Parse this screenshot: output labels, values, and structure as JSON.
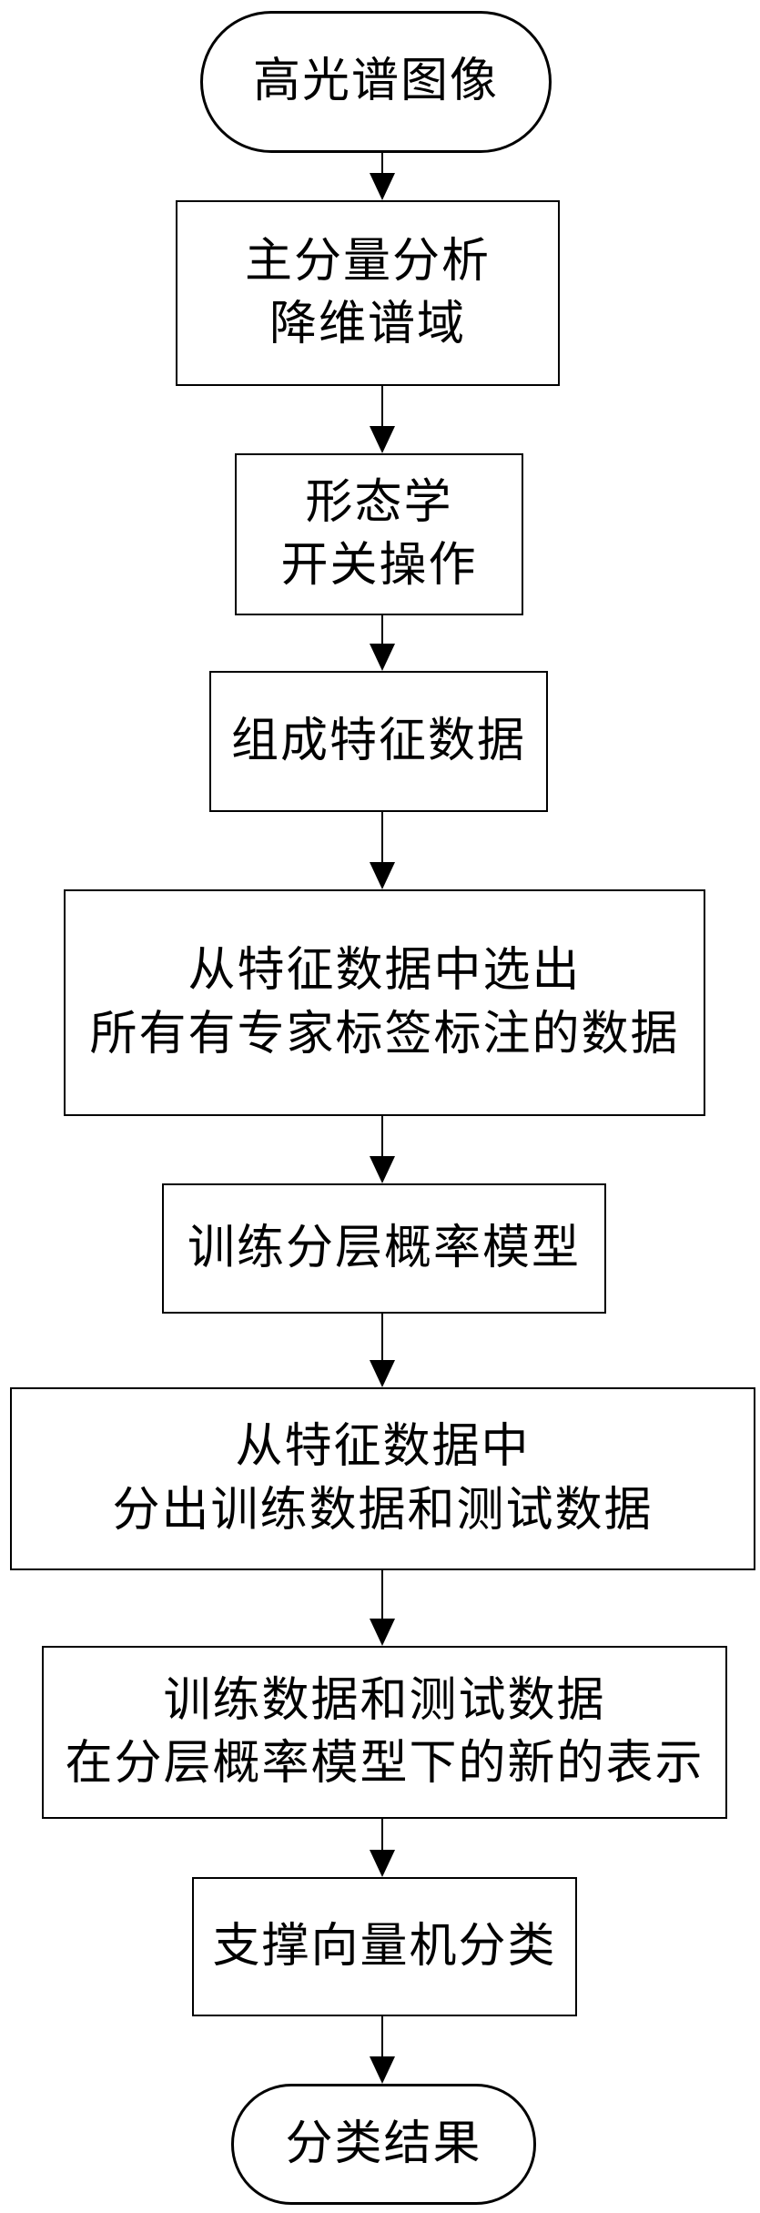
{
  "diagram": {
    "type": "flowchart",
    "background_color": "#ffffff",
    "stroke_color": "#000000",
    "nodes": [
      {
        "id": "start",
        "shape": "terminator",
        "label": "高光谱图像"
      },
      {
        "id": "pca",
        "shape": "process",
        "label": "主分量分析\n降维谱域"
      },
      {
        "id": "morphology",
        "shape": "process",
        "label": "形态学\n开关操作"
      },
      {
        "id": "compose-features",
        "shape": "process",
        "label": "组成特征数据"
      },
      {
        "id": "select-labeled",
        "shape": "process",
        "label": "从特征数据中选出\n所有有专家标签标注的数据"
      },
      {
        "id": "train-hpm",
        "shape": "process",
        "label": "训练分层概率模型"
      },
      {
        "id": "split-data",
        "shape": "process",
        "label": "从特征数据中\n分出训练数据和测试数据"
      },
      {
        "id": "new-representation",
        "shape": "process",
        "label": "训练数据和测试数据\n在分层概率模型下的新的表示"
      },
      {
        "id": "svm",
        "shape": "process",
        "label": "支撑向量机分类"
      },
      {
        "id": "result",
        "shape": "terminator",
        "label": "分类结果"
      }
    ],
    "edges": [
      {
        "from": "start",
        "to": "pca"
      },
      {
        "from": "pca",
        "to": "morphology"
      },
      {
        "from": "morphology",
        "to": "compose-features"
      },
      {
        "from": "compose-features",
        "to": "select-labeled"
      },
      {
        "from": "select-labeled",
        "to": "train-hpm"
      },
      {
        "from": "train-hpm",
        "to": "split-data"
      },
      {
        "from": "split-data",
        "to": "new-representation"
      },
      {
        "from": "new-representation",
        "to": "svm"
      },
      {
        "from": "svm",
        "to": "result"
      }
    ]
  }
}
